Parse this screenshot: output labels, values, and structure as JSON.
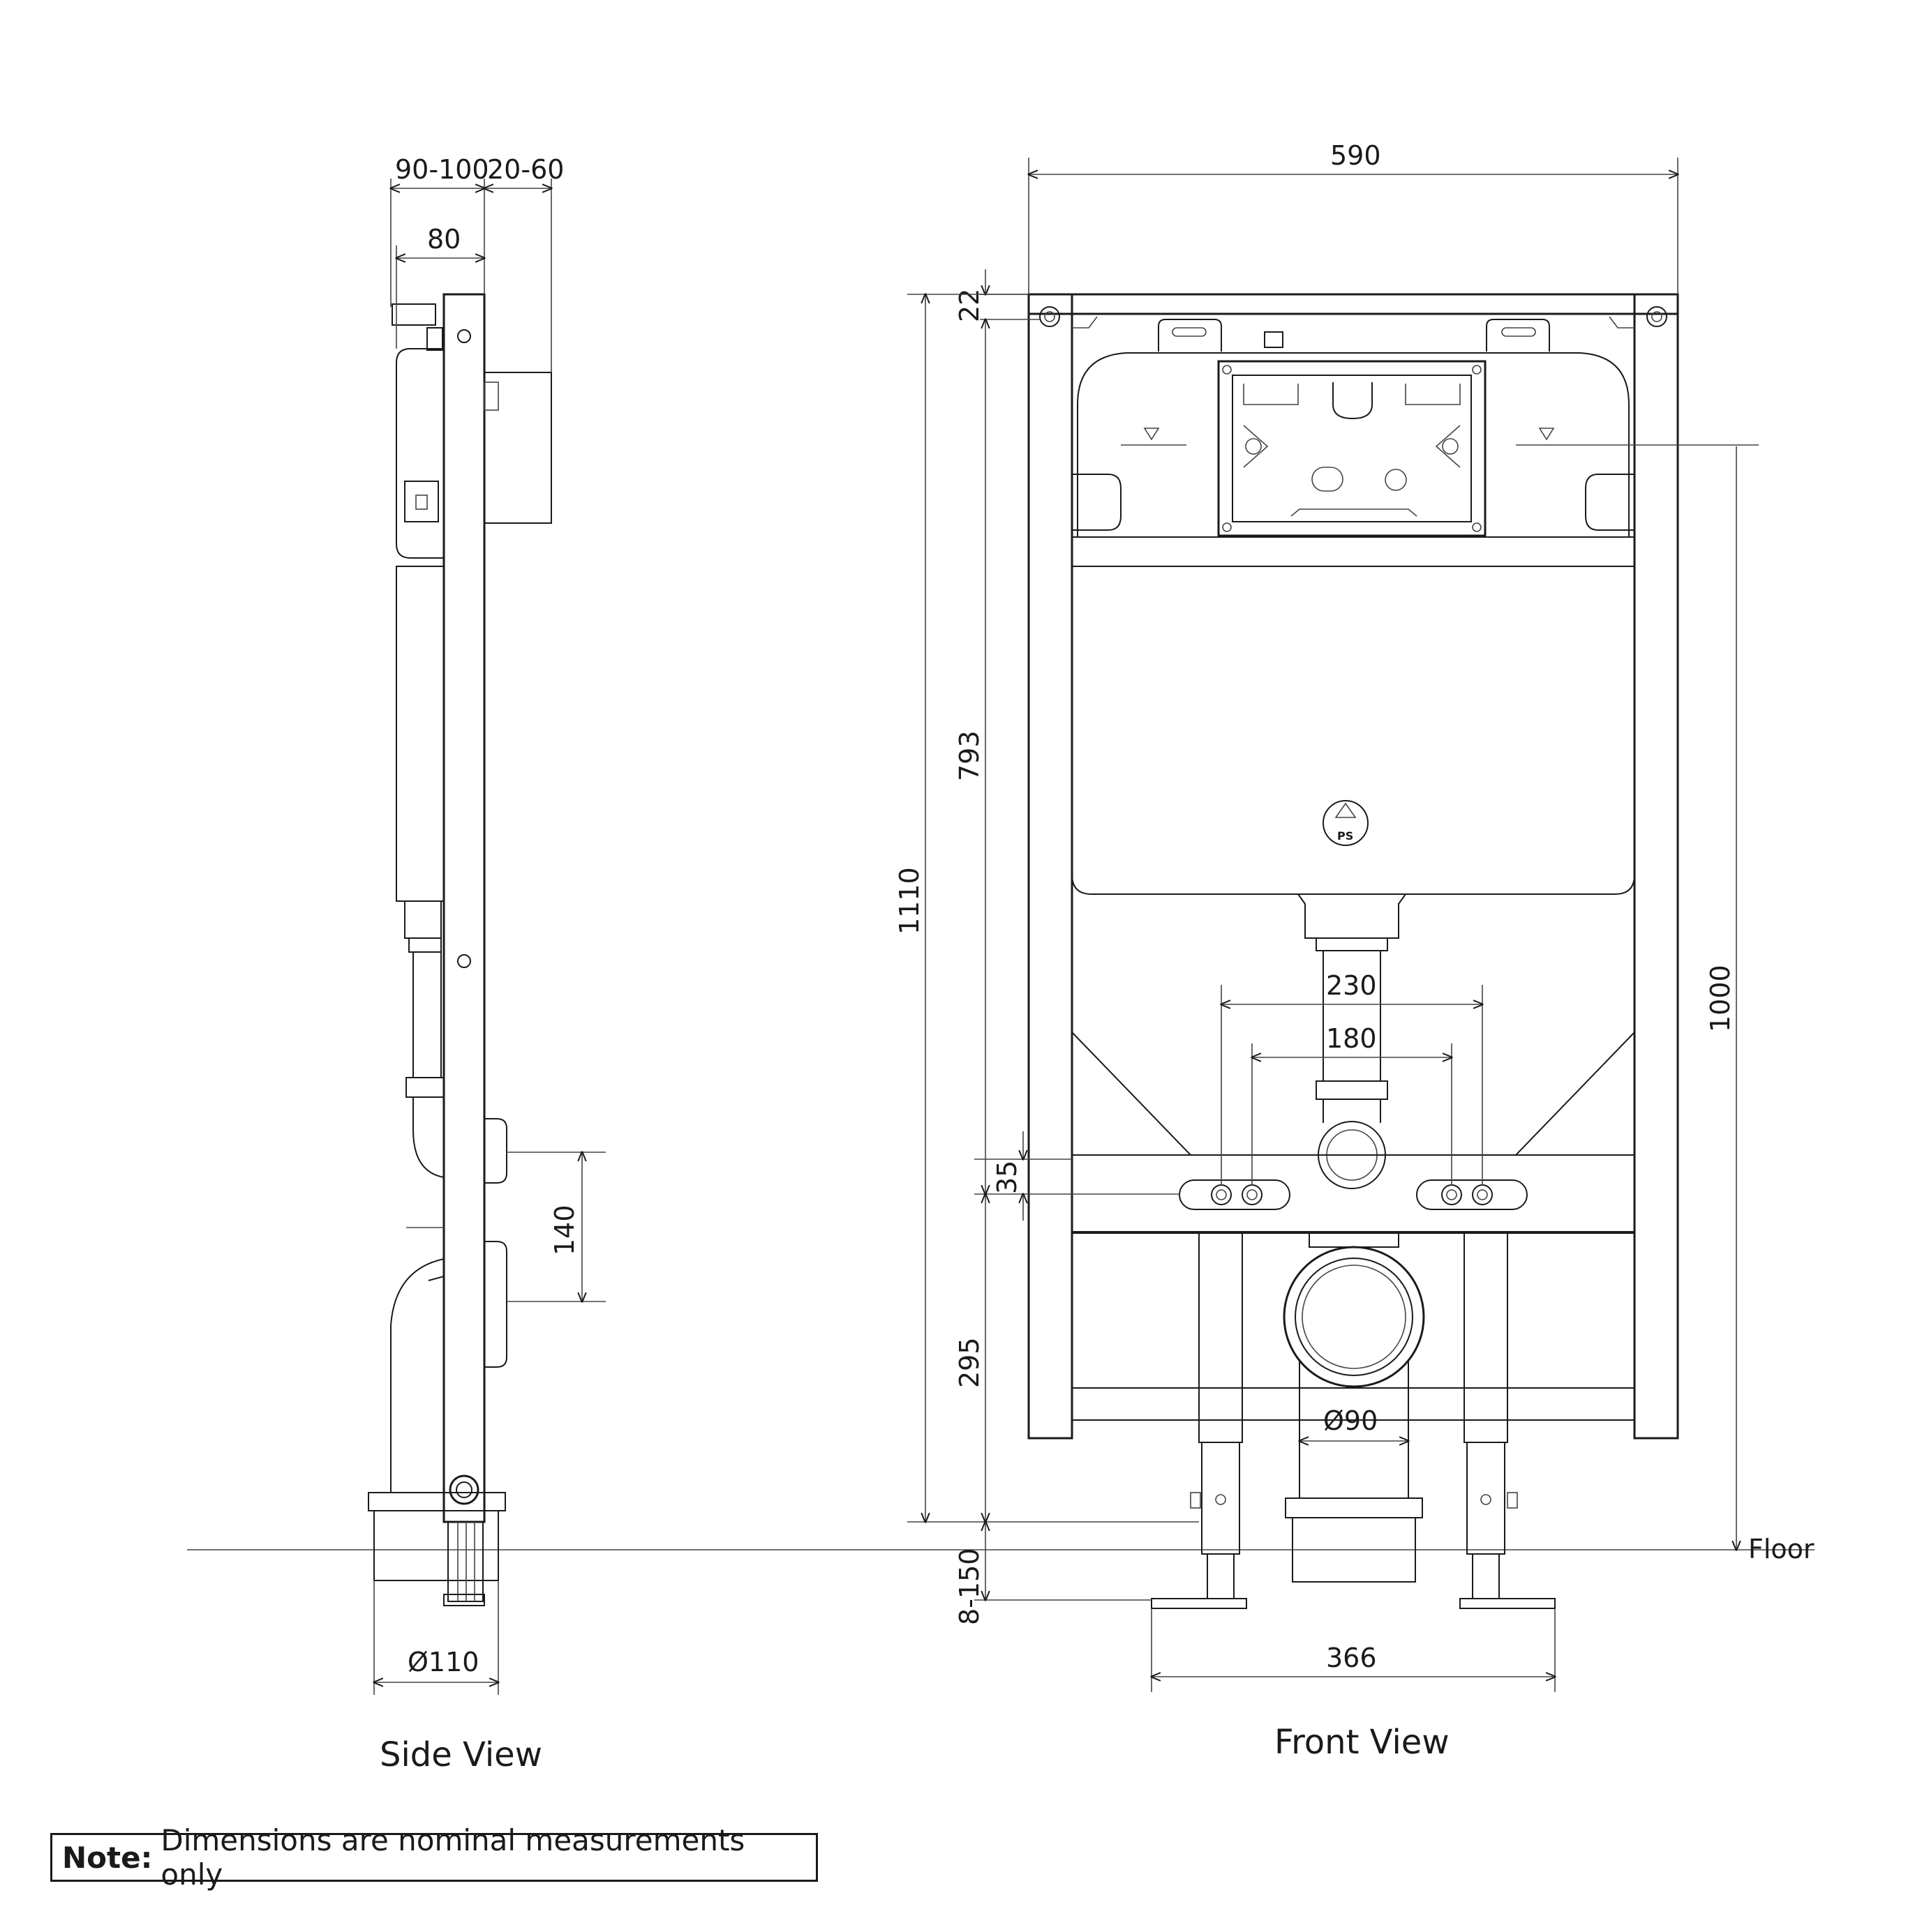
{
  "labels": {
    "side_view": "Side View",
    "front_view": "Front View",
    "floor": "Floor",
    "note_label": "Note:",
    "note_text": "Dimensions are nominal measurements only",
    "recycle_mark": "PS"
  },
  "side_dims": {
    "depth_range": "90-100",
    "offset_range": "20-60",
    "tank_depth": "80",
    "inlet_spacing": "140",
    "pipe_diameter": "Ø110"
  },
  "front_dims": {
    "frame_width": "590",
    "top_offset": "22",
    "tank_height": "793",
    "total_height": "1110",
    "button_height": "1000",
    "bolt_spacing_outer": "230",
    "bolt_spacing_inner": "180",
    "bolt_offset": "35",
    "outlet_height": "295",
    "leg_adjust": "8-150",
    "outlet_diameter": "Ø90",
    "foot_spacing": "366"
  }
}
